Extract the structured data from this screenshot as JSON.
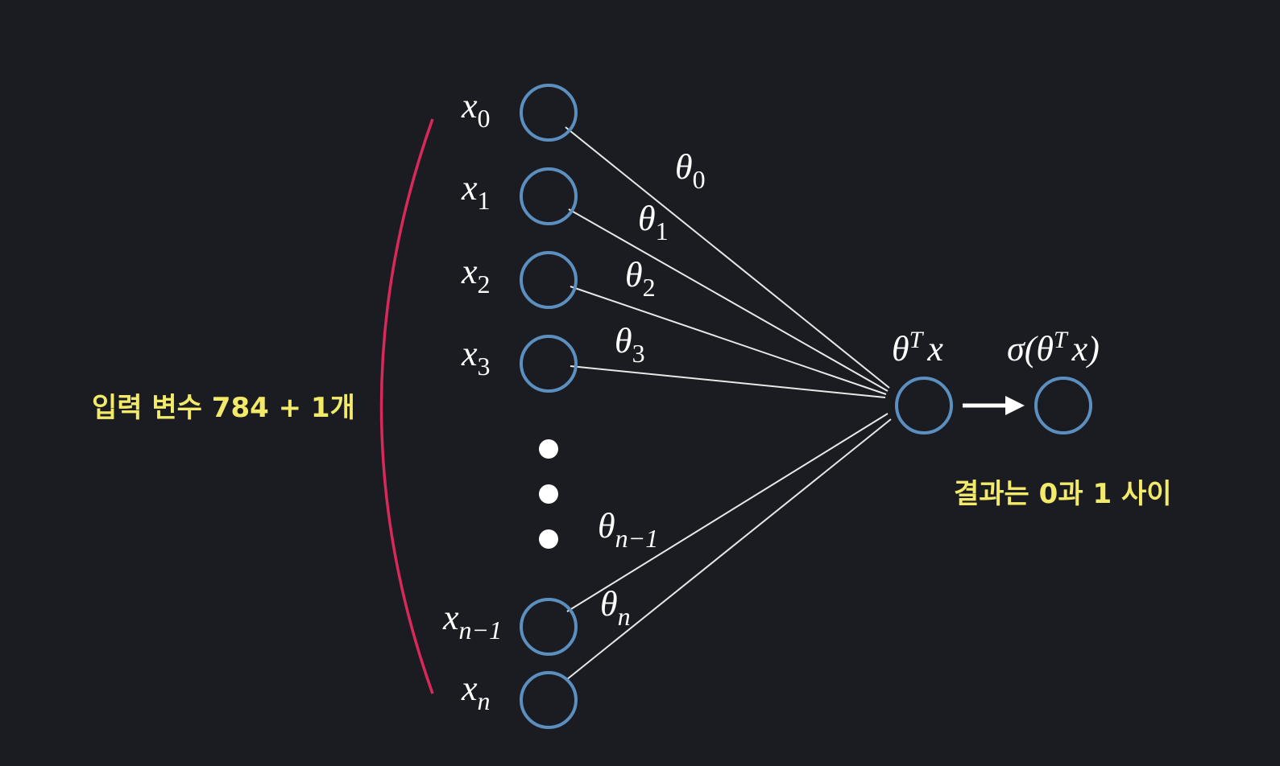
{
  "inputs": [
    {
      "base": "x",
      "sub": "0"
    },
    {
      "base": "x",
      "sub": "1"
    },
    {
      "base": "x",
      "sub": "2"
    },
    {
      "base": "x",
      "sub": "3"
    },
    {
      "base": "x",
      "sub": "n−1"
    },
    {
      "base": "x",
      "sub": "n"
    }
  ],
  "weights": [
    {
      "base": "θ",
      "sub": "0"
    },
    {
      "base": "θ",
      "sub": "1"
    },
    {
      "base": "θ",
      "sub": "2"
    },
    {
      "base": "θ",
      "sub": "3"
    },
    {
      "base": "θ",
      "sub": "n−1"
    },
    {
      "base": "θ",
      "sub": "n"
    }
  ],
  "sum_label": {
    "base": "θ",
    "sup": "T",
    "tail": "x"
  },
  "output_label": {
    "fn": "σ(",
    "base": "θ",
    "sup": "T",
    "tail": "x)"
  },
  "input_count_note": "입력 변수 784 + 1개",
  "output_note": "결과는 0과 1 사이",
  "colors": {
    "background": "#1a1c21",
    "node": "#5b8fbf",
    "edge": "#e8e8e8",
    "bracket": "#d9285a",
    "note": "#f3ea6a",
    "text": "#ffffff"
  }
}
